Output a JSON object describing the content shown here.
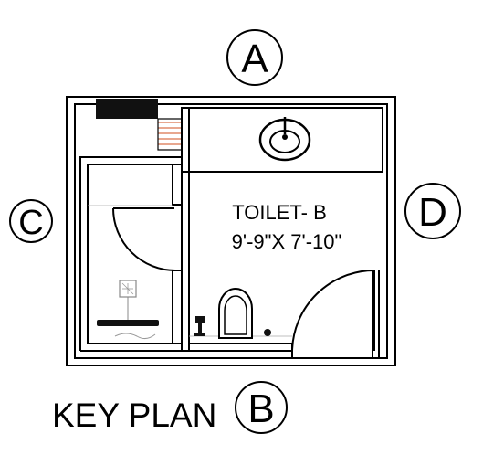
{
  "markers": {
    "a": "A",
    "b": "B",
    "c": "C",
    "d": "D"
  },
  "room": {
    "name": "TOILET- B",
    "size": "9'-9\"X 7'-10\""
  },
  "plan_title": "KEY PLAN",
  "colors": {
    "line": "#000000",
    "fill_dark": "#111111",
    "gray": "#aaaaaa",
    "accent": "#e08a6a"
  }
}
